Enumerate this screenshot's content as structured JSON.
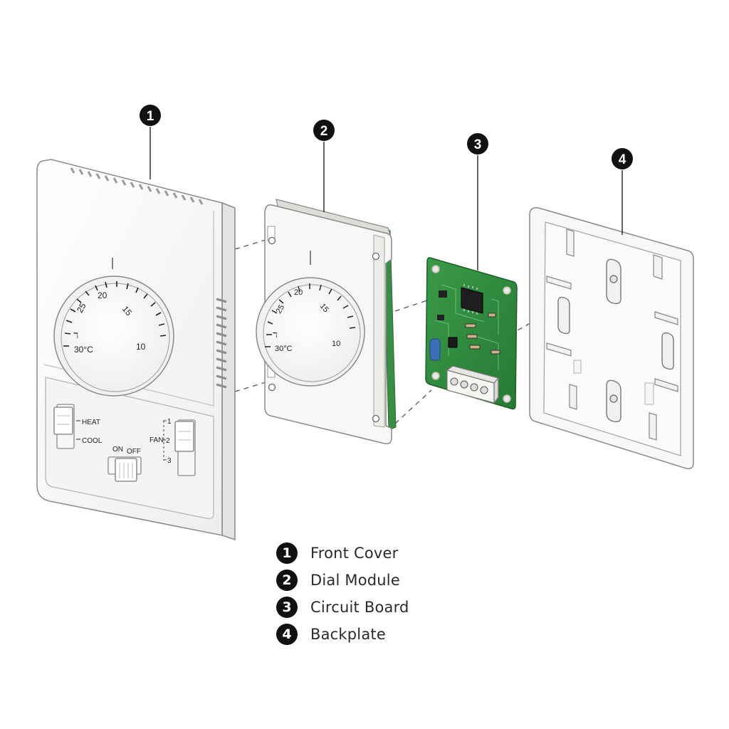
{
  "callouts": [
    {
      "number": "1",
      "label": "Front Cover"
    },
    {
      "number": "2",
      "label": "Dial Module"
    },
    {
      "number": "3",
      "label": "Circuit Board"
    },
    {
      "number": "4",
      "label": "Backplate"
    }
  ],
  "dial": {
    "labels": [
      "30°C",
      "25",
      "20",
      "15",
      "10"
    ],
    "small_mark": "ℸ"
  },
  "front_cover": {
    "heat_label": "HEAT",
    "cool_label": "COOL",
    "fan_label": "FAN",
    "fan_positions": [
      "1",
      "2",
      "3"
    ],
    "on_label": "ON",
    "off_label": "OFF"
  },
  "colors": {
    "pcb_green": "#2e8b3e",
    "plastic_white": "#f7f7f5",
    "outline": "#8a8a8a",
    "badge": "#111111"
  }
}
